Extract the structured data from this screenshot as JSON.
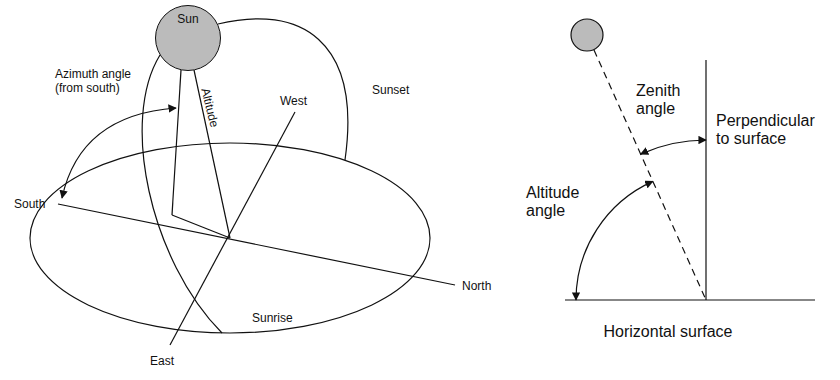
{
  "diagram": {
    "nodes": [
      {
        "text": [
          "Sun"
        ]
      }
    ],
    "labels": [
      "Azimuth angle (from south)",
      "Altitude",
      "West",
      "Sunset",
      "South",
      "North",
      "Sunrise",
      "East",
      "Zenith angle",
      "Perpendicular to surface",
      "Altitude angle",
      "Horizontal surface"
    ]
  }
}
